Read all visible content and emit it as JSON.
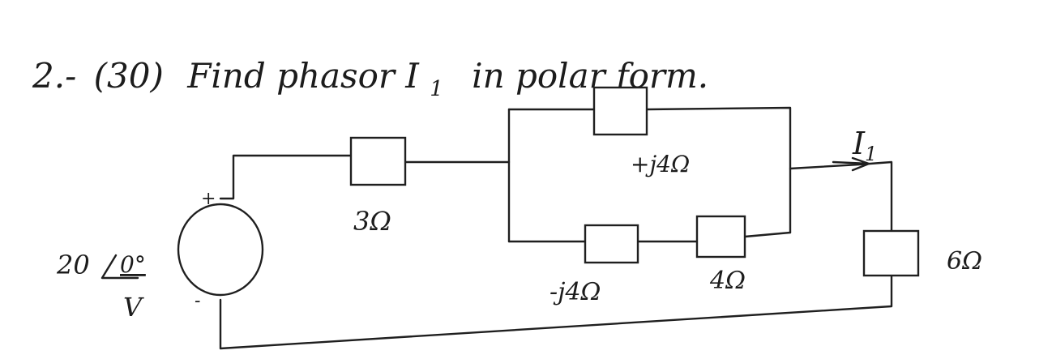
{
  "problem": {
    "number": "2.-",
    "points": "(30)",
    "statement": "Find phasor I",
    "statement_sub": "1",
    "statement_tail": "in polar form."
  },
  "source": {
    "magnitude": "20",
    "angle": "0°",
    "unit": "V",
    "plus": "+",
    "minus": "-"
  },
  "components": {
    "r_series": "3Ω",
    "x_top": "+j4Ω",
    "x_bottom": "-j4Ω",
    "r_bottom": "4Ω",
    "r_load": "6Ω"
  },
  "current": {
    "label": "I",
    "sub": "1"
  },
  "colors": {
    "ink": "#1f1f1f",
    "paper": "#ffffff"
  }
}
